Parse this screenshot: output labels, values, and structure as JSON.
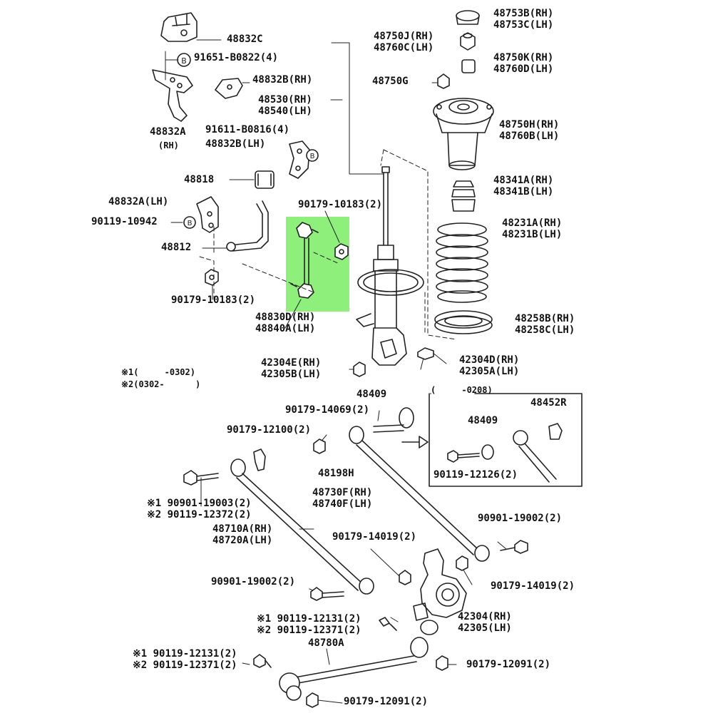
{
  "highlight_color": "#8ef07a",
  "labels": {
    "l48832c": "48832C",
    "l91651": "91651-B0822(4)",
    "l48832b_rh": "48832B(RH)",
    "l48530": "48530(RH)",
    "l48540": "48540(LH)",
    "l48832a_rh": "48832A",
    "l_rh": "(RH)",
    "l91611": "91611-B0816(4)",
    "l48832b_lh": "48832B(LH)",
    "l48818": "48818",
    "l48832a_lh": "48832A(LH)",
    "l90119_10942": "90119-10942",
    "l48812": "48812",
    "l90179_10183_top": "90179-10183(2)",
    "l90179_10183_bot": "90179-10183(2)",
    "l48830d": "48830D(RH)",
    "l48840a": "48840A(LH)",
    "l48750j": "48750J(RH)",
    "l48760c": "48760C(LH)",
    "l48753b": "48753B(RH)",
    "l48753c": "48753C(LH)",
    "l48750k": "48750K(RH)",
    "l48760d": "48760D(LH)",
    "l48750g": "48750G",
    "l48750h": "48750H(RH)",
    "l48760b": "48760B(LH)",
    "l48341a": "48341A(RH)",
    "l48341b": "48341B(LH)",
    "l48231a": "48231A(RH)",
    "l48231b": "48231B(LH)",
    "l48258b": "48258B(RH)",
    "l48258c": "48258C(LH)",
    "l42304e": "42304E(RH)",
    "l42305b": "42305B(LH)",
    "l42304d": "42304D(RH)",
    "l42305a": "42305A(LH)",
    "l_note1": "※1(     -0302)",
    "l_note2": "※2(0302-      )",
    "l48409_top": "48409",
    "l90179_14069": "90179-14069(2)",
    "l_inset_range": "(     -0208)",
    "l48452r": "48452R",
    "l48409_inset": "48409",
    "l90119_12126": "90119-12126(2)",
    "l90179_12100": "90179-12100(2)",
    "l48198h": "48198H",
    "l48730f": "48730F(RH)",
    "l48740f": "48740F(LH)",
    "l90901_19003": "※1 90901-19003(2)",
    "l90119_12372": "※2 90119-12372(2)",
    "l48710a": "48710A(RH)",
    "l48720a": "48720A(LH)",
    "l90179_14019_mid": "90179-14019(2)",
    "l90901_19002_right": "90901-19002(2)",
    "l90901_19002_left": "90901-19002(2)",
    "l90179_14019_right": "90179-14019(2)",
    "l90119_12131_a": "※1 90119-12131(2)",
    "l90119_12371_a": "※2 90119-12371(2)",
    "l42304": "42304(RH)",
    "l42305": "42305(LH)",
    "l48780a": "48780A",
    "l90119_12131_b": "※1 90119-12131(2)",
    "l90119_12371_b": "※2 90119-12371(2)",
    "l90179_12091_right": "90179-12091(2)",
    "l90179_12091_bottom": "90179-12091(2)"
  }
}
